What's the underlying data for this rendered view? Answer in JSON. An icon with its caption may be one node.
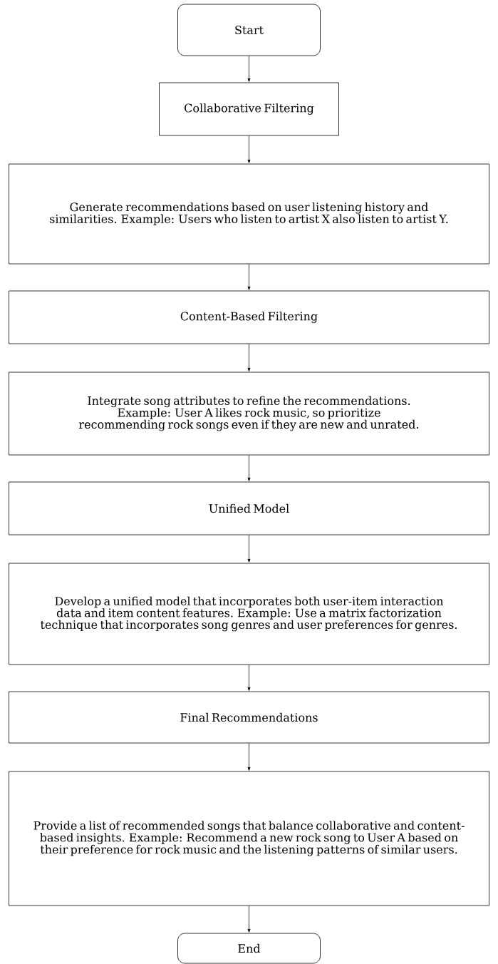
{
  "diagram": {
    "nodes": [
      {
        "text": [
          "Start"
        ]
      },
      {
        "text": [
          "Collaborative Filtering"
        ]
      },
      {
        "text": [
          "Generate recommendations based on user listening history and similarities. Example: Users who listen to artist X also listen to artist Y."
        ]
      },
      {
        "text": [
          "Content-Based Filtering"
        ]
      },
      {
        "text": [
          "Integrate song attributes to refine the recommendations. Example: User A likes rock music, so prioritize recommending rock songs even if they are new and unrated."
        ]
      },
      {
        "text": [
          "Unified Model"
        ]
      },
      {
        "text": [
          "Develop a unified model that incorporates both user-item interaction data and item content features. Example: Use a matrix factorization technique that incorporates song genres and user preferences for genres."
        ]
      },
      {
        "text": [
          "Final Recommendations"
        ]
      },
      {
        "text": [
          "Provide a list of recommended songs that balance collaborative and content-based insights. Example: Recommend a new rock song to User A based on their preference for rock music and the listening patterns of similar users."
        ]
      },
      {
        "text": [
          "End"
        ]
      }
    ],
    "edges": [
      {
        "from": 0,
        "to": 1,
        "arrow": "to"
      },
      {
        "from": 1,
        "to": 2,
        "arrow": "to"
      },
      {
        "from": 2,
        "to": 3,
        "arrow": "to"
      },
      {
        "from": 3,
        "to": 4,
        "arrow": "to"
      },
      {
        "from": 4,
        "to": 5,
        "arrow": "to"
      },
      {
        "from": 5,
        "to": 6,
        "arrow": "to"
      },
      {
        "from": 6,
        "to": 7,
        "arrow": "to"
      },
      {
        "from": 7,
        "to": 8,
        "arrow": "to"
      },
      {
        "from": 8,
        "to": 9,
        "arrow": "to"
      }
    ]
  }
}
